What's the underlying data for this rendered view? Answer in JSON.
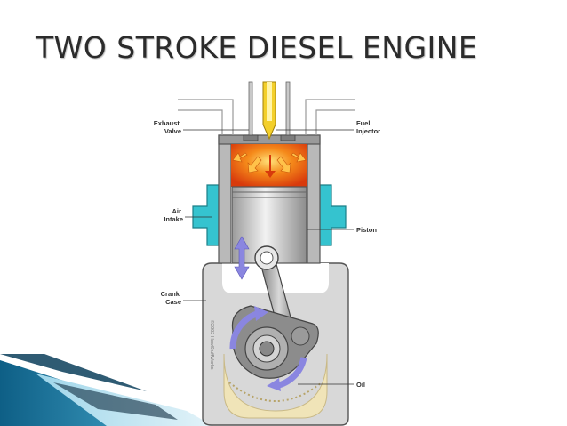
{
  "slide": {
    "title": "TWO STROKE DIESEL ENGINE"
  },
  "labels": {
    "exhaust_valve": [
      "Exhaust",
      "Valve"
    ],
    "fuel_injector": [
      "Fuel",
      "Injector"
    ],
    "air_intake": [
      "Air",
      "Intake"
    ],
    "piston": "Piston",
    "crank_case": [
      "Crank",
      "Case"
    ],
    "oil": "Oil"
  },
  "copyright": "©2002 HowStuffWorks",
  "colors": {
    "air_intake": "#35c3cf",
    "combustion": "#f07a10",
    "flow_arrows": "#8a86e0",
    "crankcase": "#d8d8d8",
    "oil": "#f0e4b8",
    "accent_ribbon": "#1f7fa6"
  }
}
